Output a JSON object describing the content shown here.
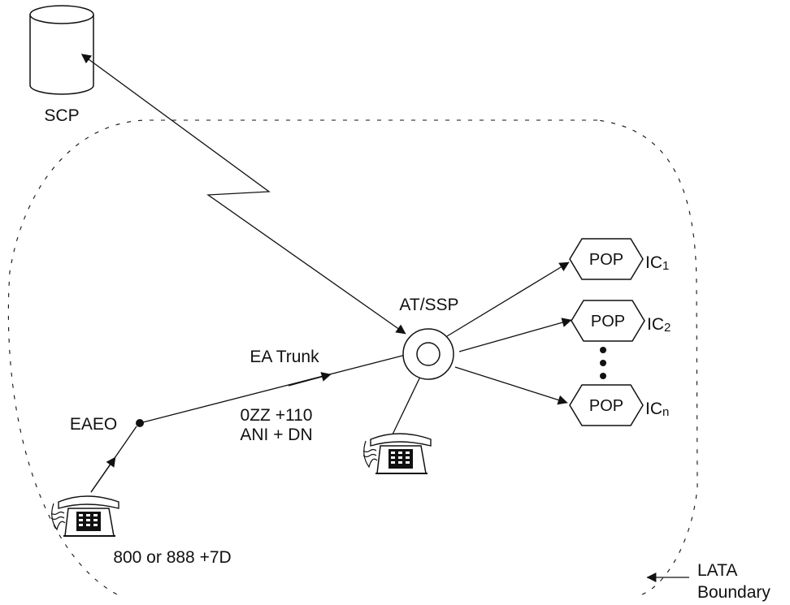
{
  "labels": {
    "scp": "SCP",
    "at_ssp": "AT/SSP",
    "ea_trunk": "EA Trunk",
    "eaeo": "EAEO",
    "trunk_digits_line1": "0ZZ +110",
    "trunk_digits_line2": "ANI + DN",
    "dialed_digits": "800 or 888 +7D",
    "lata_line1": "LATA",
    "lata_line2": "Boundary"
  },
  "pops": [
    {
      "label": "POP",
      "carrier": "IC",
      "subscript": "1"
    },
    {
      "label": "POP",
      "carrier": "IC",
      "subscript": "2"
    },
    {
      "label": "POP",
      "carrier": "IC",
      "subscript": "n"
    }
  ],
  "icons": [
    "database-icon",
    "telephone-icon",
    "switch-icon"
  ],
  "colors": {
    "ink": "#111111",
    "background": "#ffffff"
  }
}
